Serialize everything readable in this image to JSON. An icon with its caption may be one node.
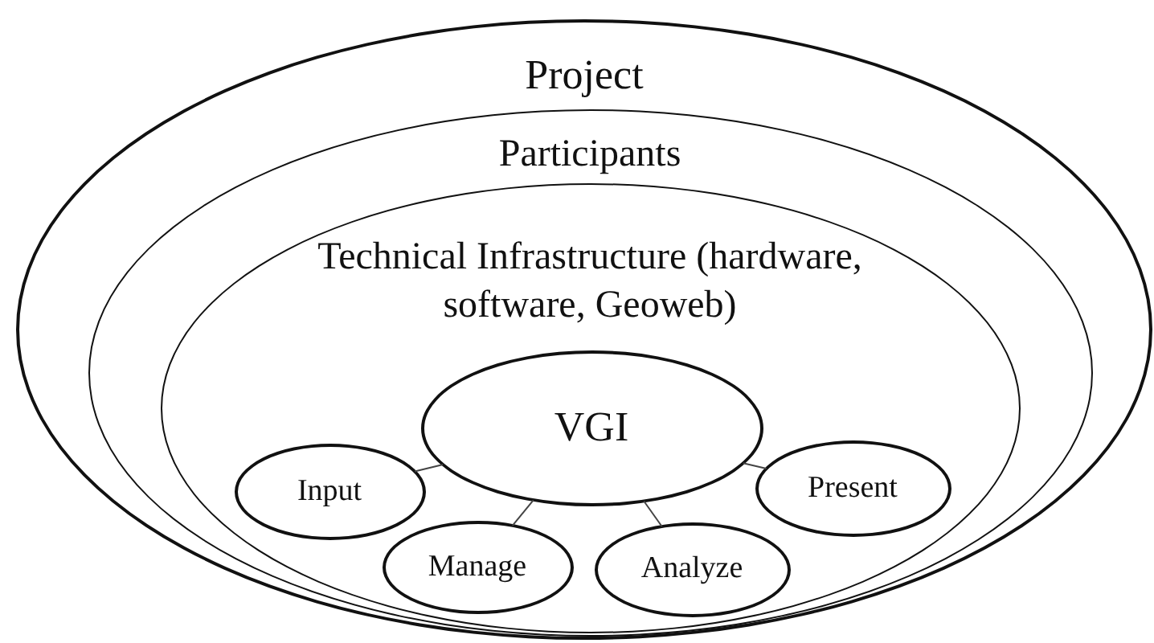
{
  "diagram": {
    "nodes": [
      {
        "text": [
          "Project"
        ]
      },
      {
        "text": [
          "Participants"
        ],
        "in": 0
      },
      {
        "text": [
          "Technical Infrastructure (hardware, software, Geoweb)"
        ],
        "in": 1
      },
      {
        "text": [
          "VGI"
        ],
        "in": 2
      },
      {
        "text": [
          "Input"
        ],
        "in": 2
      },
      {
        "text": [
          "Present"
        ],
        "in": 2
      },
      {
        "text": [
          "Manage"
        ],
        "in": 2
      },
      {
        "text": [
          "Analyze"
        ],
        "in": 2
      }
    ],
    "edges": [
      {
        "from": 3,
        "to": 4,
        "arrow": "none"
      },
      {
        "from": 3,
        "to": 6,
        "arrow": "none"
      },
      {
        "from": 3,
        "to": 7,
        "arrow": "none"
      },
      {
        "from": 3,
        "to": 5,
        "arrow": "none"
      }
    ]
  }
}
